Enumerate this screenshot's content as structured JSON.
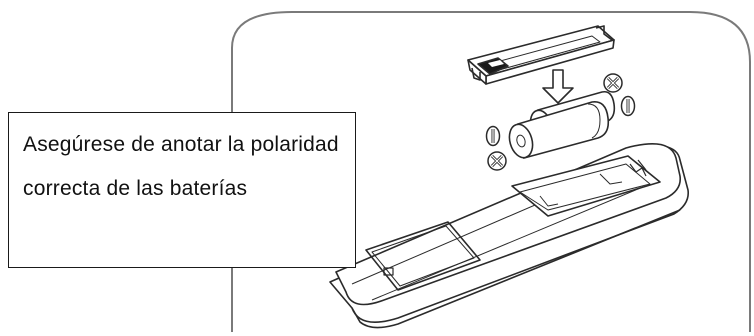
{
  "callout": {
    "text": "Asegúrese de anotar la polaridad correcta de las baterías"
  },
  "icons": {
    "positive_terminal": "plus-in-circle",
    "negative_terminal": "minus-in-circle",
    "insert_direction": "down-arrow"
  },
  "colors": {
    "line": "#2b2b2b",
    "frame": "#7a7a7a",
    "background": "#ffffff"
  }
}
